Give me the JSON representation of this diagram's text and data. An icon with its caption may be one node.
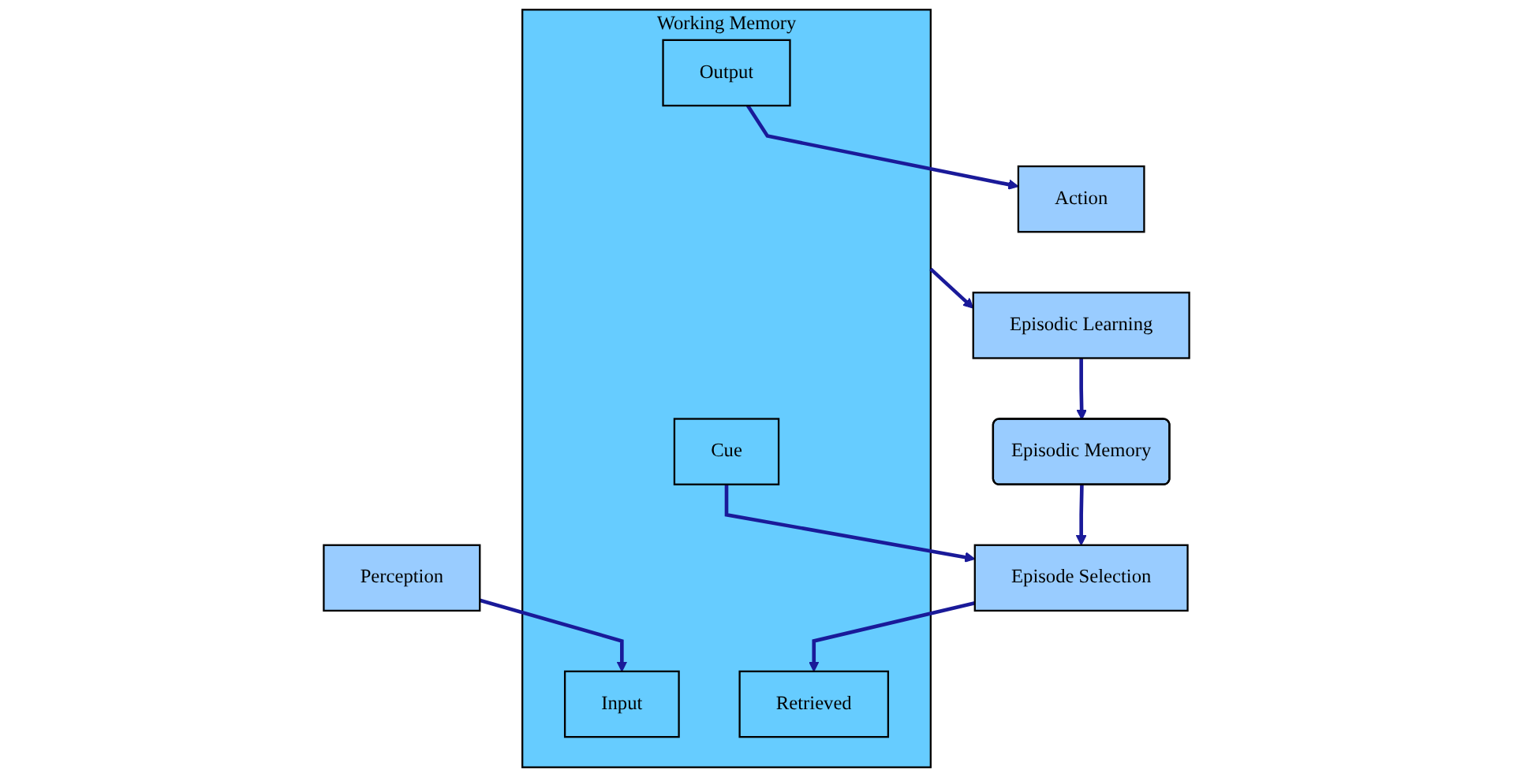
{
  "diagram": {
    "nodes": [
      {
        "text": [
          "Working Memory"
        ]
      },
      {
        "text": [
          "Output"
        ],
        "in": 0
      },
      {
        "text": [
          "Input"
        ],
        "in": 0
      },
      {
        "text": [
          "Cue"
        ],
        "in": 0
      },
      {
        "text": [
          "Retrieved"
        ],
        "in": 0
      },
      {
        "text": [
          "Action"
        ]
      },
      {
        "text": [
          "Perception"
        ]
      },
      {
        "text": [
          "Episode Selection"
        ]
      },
      {
        "text": [
          "Episodic Learning"
        ]
      },
      {
        "text": [
          "Episodic Memory"
        ]
      }
    ],
    "edges": [
      {
        "from": 1,
        "to": 5,
        "arrow": "to"
      },
      {
        "from": 6,
        "to": 2,
        "arrow": "to"
      },
      {
        "from": 3,
        "to": 7,
        "arrow": "to"
      },
      {
        "from": 7,
        "to": 4,
        "arrow": "to"
      },
      {
        "from": 0,
        "to": 8,
        "arrow": "to"
      },
      {
        "from": 8,
        "to": 9,
        "arrow": "to"
      },
      {
        "from": 9,
        "to": 7,
        "arrow": "to"
      }
    ]
  }
}
